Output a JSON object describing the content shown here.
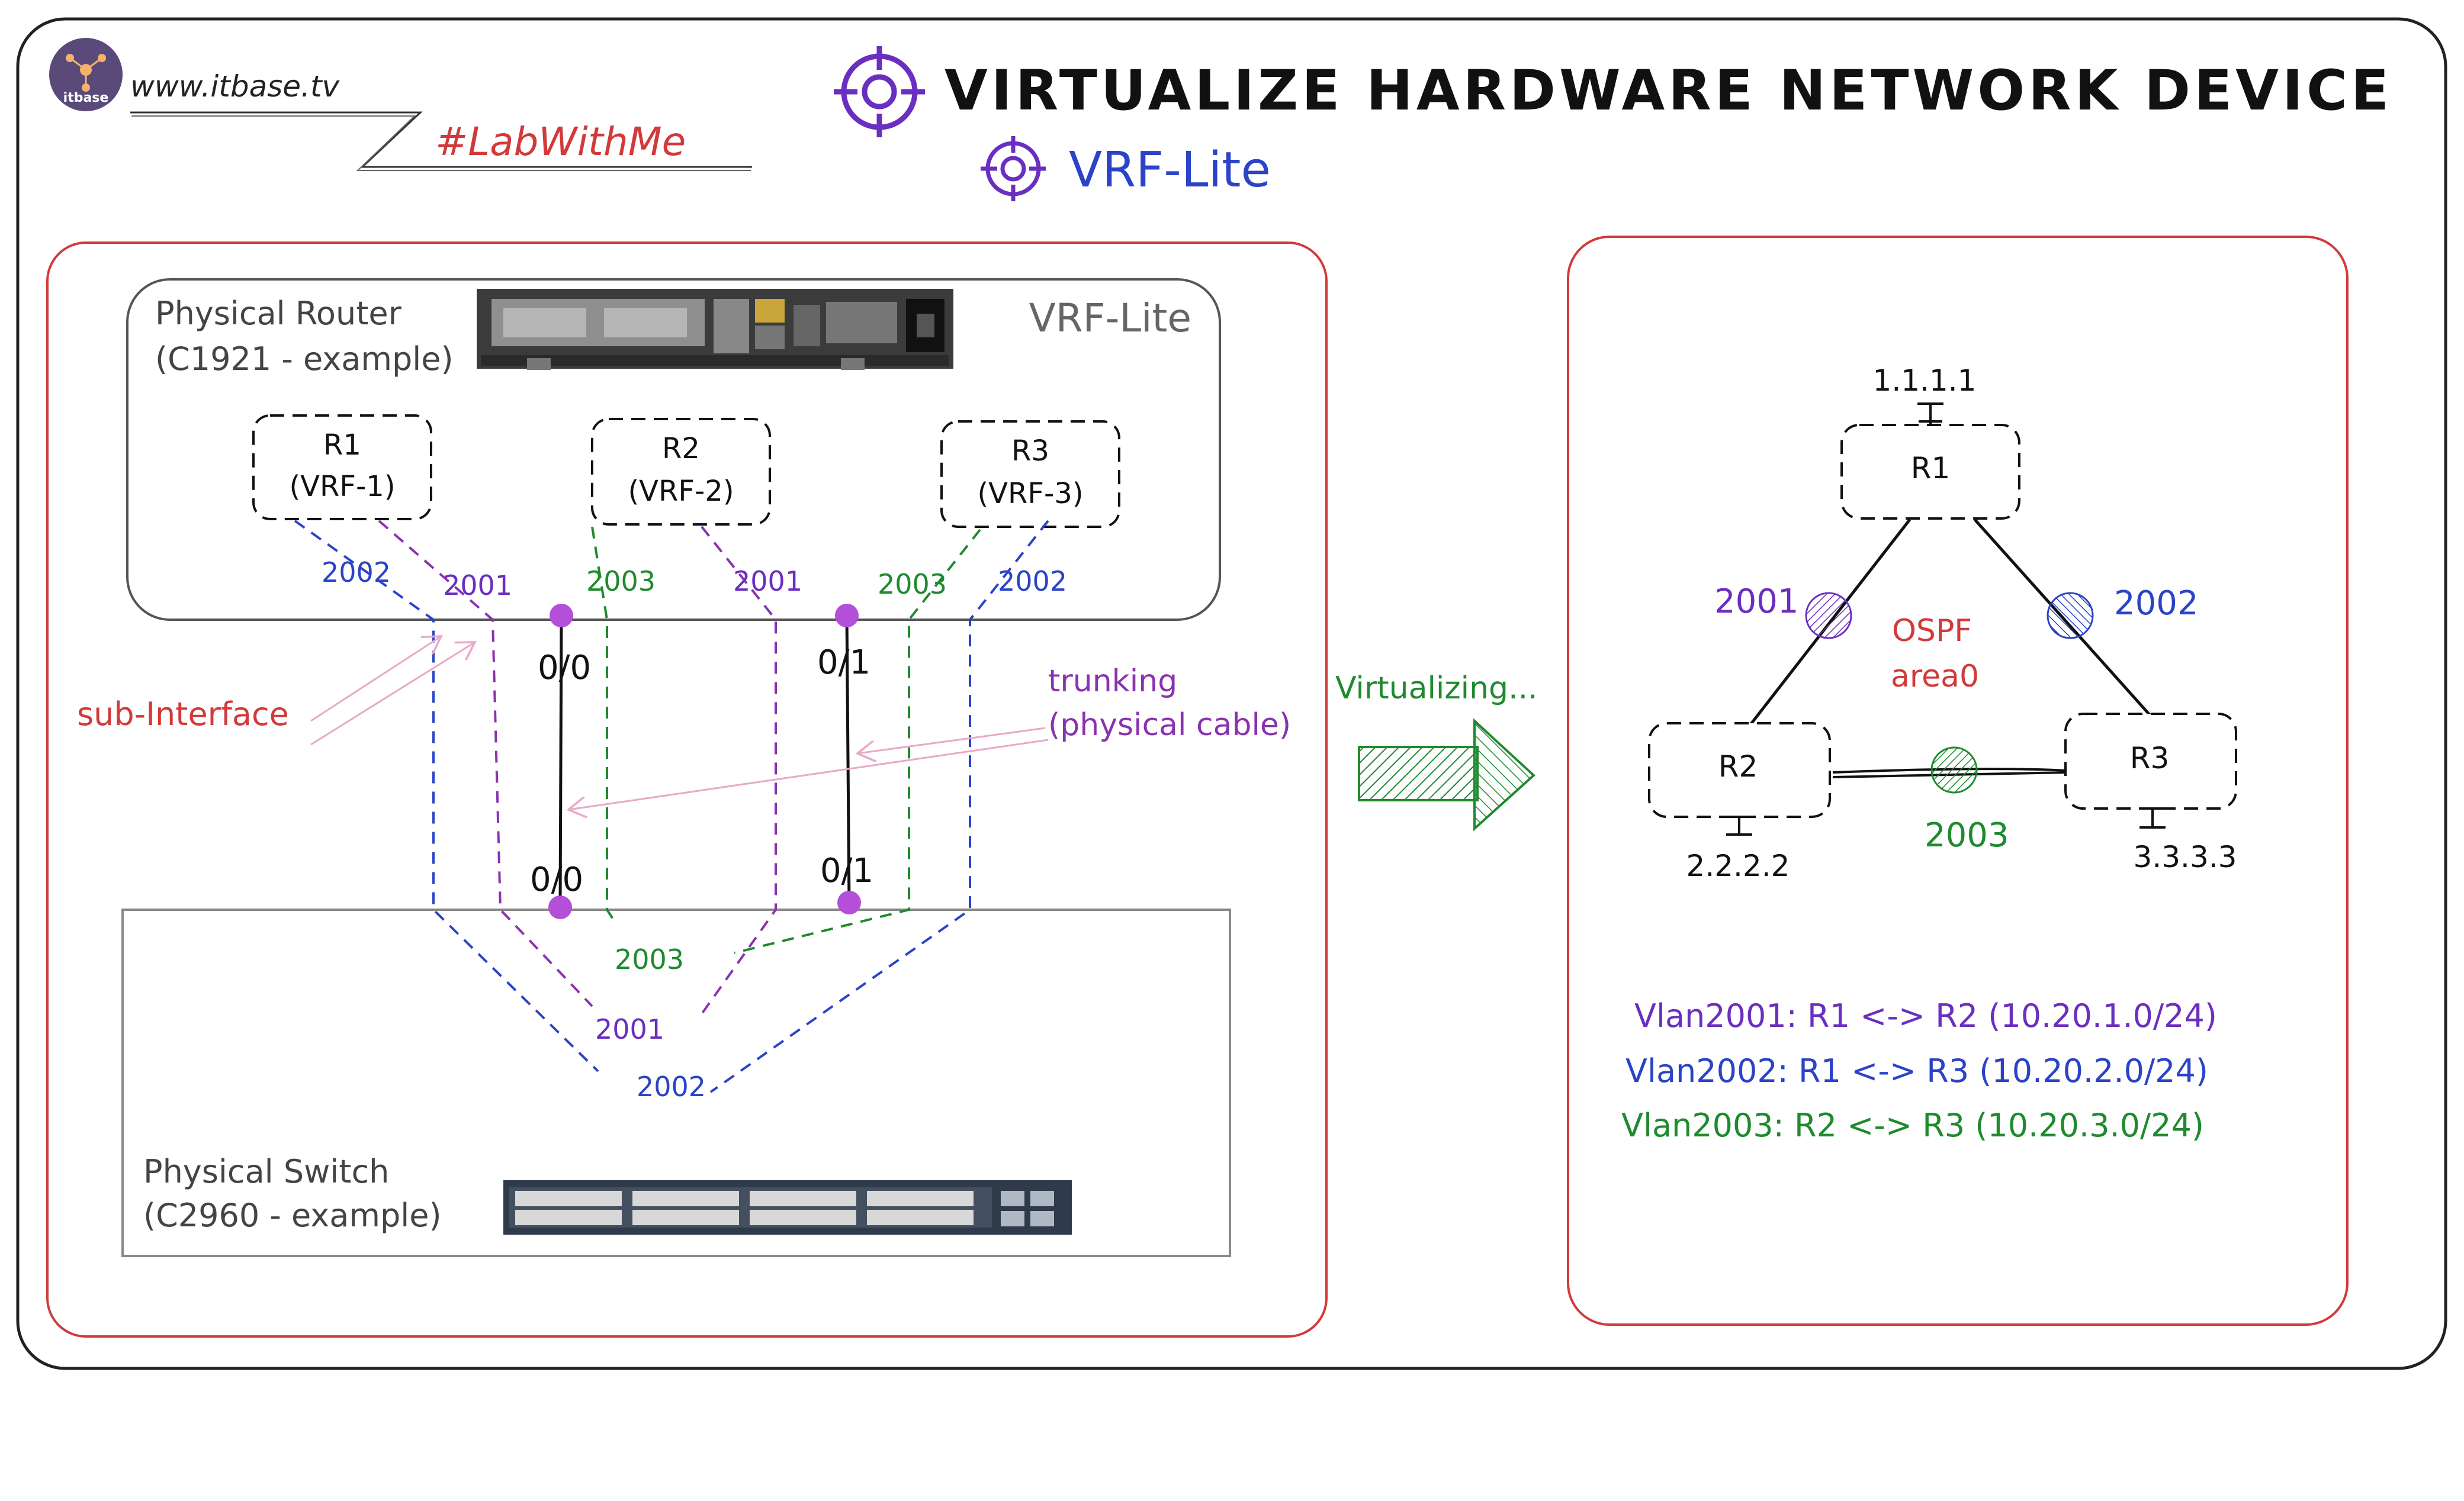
{
  "header": {
    "logo_text": "itbase",
    "site": "www.itbase.tv",
    "hashtag": "#LabWithMe",
    "title": "VIRTUALIZE HARDWARE NETWORK DEVICE",
    "subtitle": "VRF-Lite"
  },
  "left_panel": {
    "router_label_line1": "Physical Router",
    "router_label_line2": "(C1921 - example)",
    "vrf_lite_label": "VRF-Lite",
    "vrfs": [
      {
        "name": "R1",
        "vrf": "(VRF-1)"
      },
      {
        "name": "R2",
        "vrf": "(VRF-2)"
      },
      {
        "name": "R3",
        "vrf": "(VRF-3)"
      }
    ],
    "vlan_labels": {
      "r1_blue": "2002",
      "r1_purple": "2001",
      "r2_green": "2003",
      "r2_purple": "2001",
      "r3_green": "2003",
      "r3_blue": "2002",
      "sw_green": "2003",
      "sw_purple": "2001",
      "sw_blue": "2002"
    },
    "ports": {
      "router_left": "0/0",
      "router_right": "0/1",
      "switch_left": "0/0",
      "switch_right": "0/1"
    },
    "sub_interface_label": "sub-Interface",
    "trunking_line1": "trunking",
    "trunking_line2": "(physical cable)",
    "switch_label_line1": "Physical Switch",
    "switch_label_line2": "(C2960 - example)"
  },
  "arrow_label": "Virtualizing...",
  "right_panel": {
    "routers": [
      {
        "name": "R1",
        "loopback": "1.1.1.1"
      },
      {
        "name": "R2",
        "loopback": "2.2.2.2"
      },
      {
        "name": "R3",
        "loopback": "3.3.3.3"
      }
    ],
    "link_labels": {
      "r1_r2": "2001",
      "r1_r3": "2002",
      "r2_r3": "2003"
    },
    "ospf_line1": "OSPF",
    "ospf_line2": "area0",
    "vlans": [
      "Vlan2001: R1 <-> R2 (10.20.1.0/24)",
      "Vlan2002: R1 <-> R3 (10.20.2.0/24)",
      "Vlan2003: R2 <-> R3 (10.20.3.0/24)"
    ]
  },
  "colors": {
    "purple": "#6a2fc0",
    "blue": "#2a43c8",
    "green": "#1f8a2e",
    "red": "#d23a3a",
    "gray": "#666666",
    "pink": "#e8a9c9",
    "violet_dot": "#b44fd9"
  }
}
